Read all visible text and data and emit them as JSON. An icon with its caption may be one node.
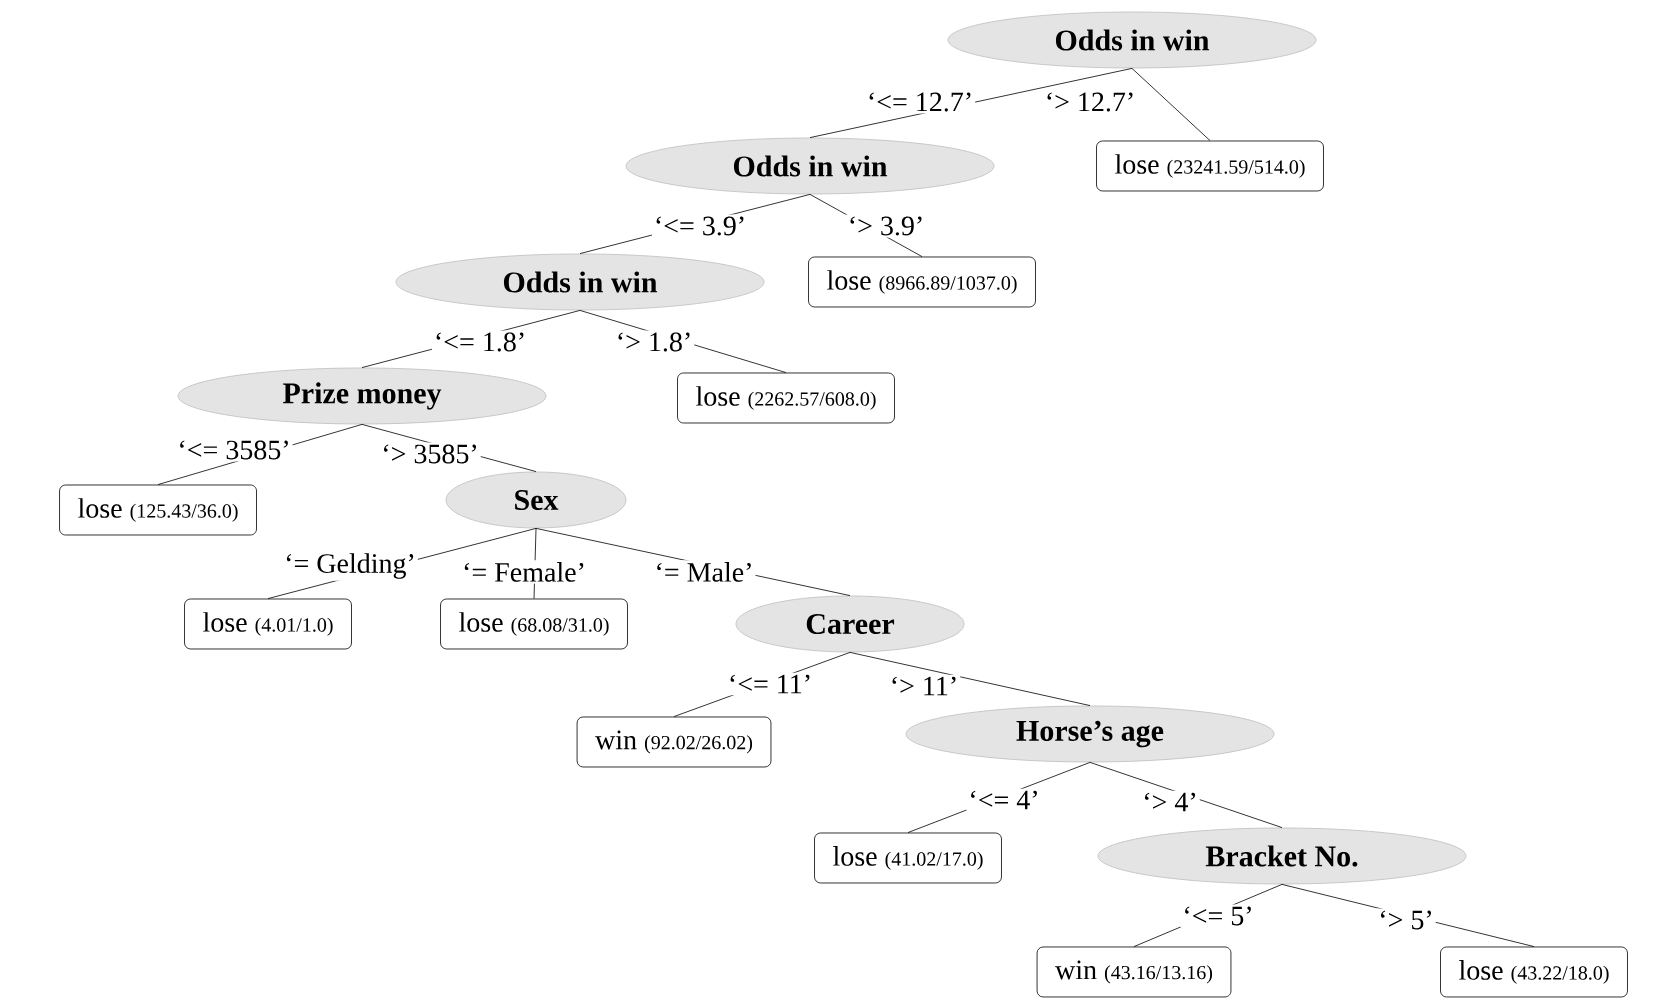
{
  "diagram": {
    "nodes": [
      {
        "text": [
          "Odds in win"
        ]
      },
      {
        "text": [
          "Odds in win"
        ]
      },
      {
        "text": [
          "lose",
          "(23241.59/514.0)"
        ]
      },
      {
        "text": [
          "Odds in win"
        ]
      },
      {
        "text": [
          "lose",
          "(8966.89/1037.0)"
        ]
      },
      {
        "text": [
          "Prize money"
        ]
      },
      {
        "text": [
          "lose",
          "(2262.57/608.0)"
        ]
      },
      {
        "text": [
          "lose",
          "(125.43/36.0)"
        ]
      },
      {
        "text": [
          "Sex"
        ]
      },
      {
        "text": [
          "lose",
          "(4.01/1.0)"
        ]
      },
      {
        "text": [
          "lose",
          "(68.08/31.0)"
        ]
      },
      {
        "text": [
          "Career"
        ]
      },
      {
        "text": [
          "win",
          "(92.02/26.02)"
        ]
      },
      {
        "text": [
          "Horse’s age"
        ]
      },
      {
        "text": [
          "lose",
          "(41.02/17.0)"
        ]
      },
      {
        "text": [
          "Bracket No."
        ]
      },
      {
        "text": [
          "win",
          "(43.16/13.16)"
        ]
      },
      {
        "text": [
          "lose",
          "(43.22/18.0)"
        ]
      }
    ],
    "edges": [
      {
        "from": 0,
        "to": 1,
        "arrow": "none",
        "label": "‘<= 12.7’"
      },
      {
        "from": 0,
        "to": 2,
        "arrow": "none",
        "label": "‘> 12.7’"
      },
      {
        "from": 1,
        "to": 3,
        "arrow": "none",
        "label": "‘<= 3.9’"
      },
      {
        "from": 1,
        "to": 4,
        "arrow": "none",
        "label": "‘> 3.9’"
      },
      {
        "from": 3,
        "to": 5,
        "arrow": "none",
        "label": "‘<= 1.8’"
      },
      {
        "from": 3,
        "to": 6,
        "arrow": "none",
        "label": "‘> 1.8’"
      },
      {
        "from": 5,
        "to": 7,
        "arrow": "none",
        "label": "‘<= 3585’"
      },
      {
        "from": 5,
        "to": 8,
        "arrow": "none",
        "label": "‘> 3585’"
      },
      {
        "from": 8,
        "to": 9,
        "arrow": "none",
        "label": "‘= Gelding’"
      },
      {
        "from": 8,
        "to": 10,
        "arrow": "none",
        "label": "‘= Female’"
      },
      {
        "from": 8,
        "to": 11,
        "arrow": "none",
        "label": "‘= Male’"
      },
      {
        "from": 11,
        "to": 12,
        "arrow": "none",
        "label": "‘<= 11’"
      },
      {
        "from": 11,
        "to": 13,
        "arrow": "none",
        "label": "‘> 11’"
      },
      {
        "from": 13,
        "to": 14,
        "arrow": "none",
        "label": "‘<= 4’"
      },
      {
        "from": 13,
        "to": 15,
        "arrow": "none",
        "label": "‘> 4’"
      },
      {
        "from": 15,
        "to": 16,
        "arrow": "none",
        "label": "‘<= 5’"
      },
      {
        "from": 15,
        "to": 17,
        "arrow": "none",
        "label": "‘> 5’"
      }
    ]
  }
}
